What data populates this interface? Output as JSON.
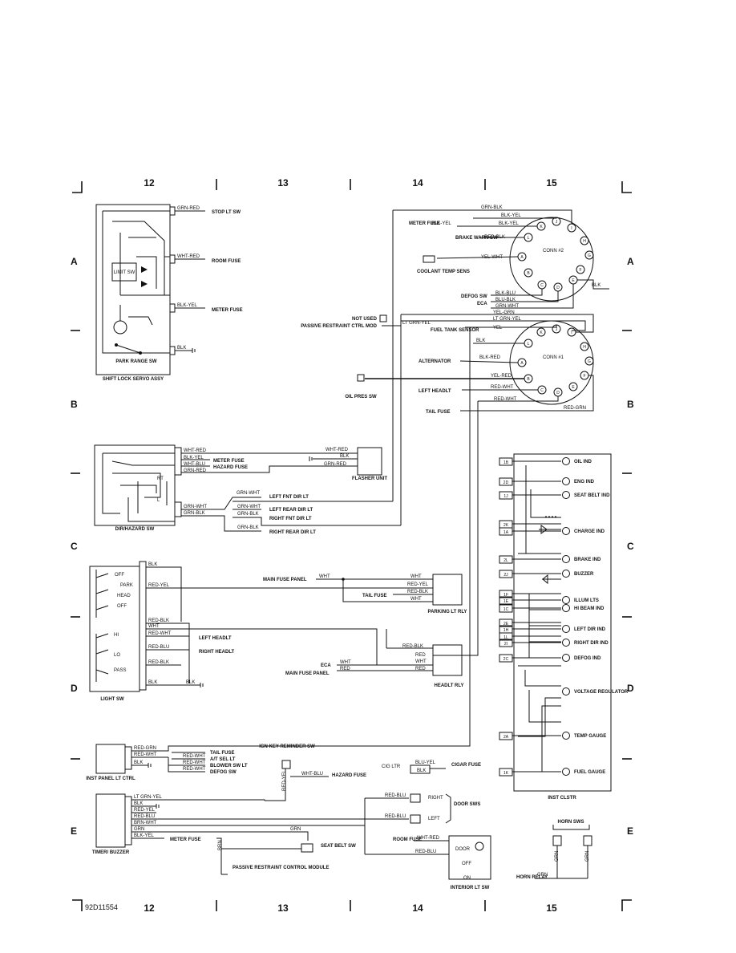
{
  "grid": {
    "columns": [
      "12",
      "13",
      "14",
      "15"
    ],
    "rows": [
      "A",
      "B",
      "C",
      "D",
      "E"
    ],
    "figure_id": "92D11554"
  },
  "shift_lock": {
    "title": "SHIFT LOCK SERVO ASSY",
    "limit_sw": "LIMIT SW",
    "park_range_sw": "PARK RANGE SW",
    "wires": [
      {
        "color": "GRN-RED",
        "dest": "STOP LT SW"
      },
      {
        "color": "WHT-RED",
        "dest": "ROOM FUSE"
      },
      {
        "color": "BLK-YEL",
        "dest": "METER FUSE"
      },
      {
        "color": "BLK",
        "dest": ""
      }
    ]
  },
  "conn2": {
    "title": "CONN #2",
    "pins": [
      "A",
      "B",
      "C",
      "D",
      "E",
      "F",
      "G",
      "H",
      "I",
      "J",
      "K",
      "L"
    ],
    "labels": {
      "top_wire": "GRN-BLK",
      "blk_yel_1": "BLK-YEL",
      "blk_yel_2": "BLK-YEL",
      "meter_fuse": "METER FUSE",
      "brake_warn": "BRAKE WARN SW",
      "red_blk": "RED-BLK",
      "coolant": "COOLANT TEMP SENS",
      "yel_wht": "YEL-WHT",
      "blk": "BLK",
      "defog_sw": "DEFOG SW",
      "blu_blk": "BLU-BLK",
      "blk_blu": "BLK-BLU",
      "eca": "ECA",
      "grn_wht": "GRN-WHT"
    }
  },
  "conn1": {
    "title": "CONN #1",
    "pins": [
      "A",
      "B",
      "C",
      "D",
      "E",
      "F",
      "G",
      "H",
      "I",
      "J",
      "K",
      "L"
    ],
    "labels": {
      "not_used": "NOT USED",
      "passive": "PASSIVE RESTRAINT CTRL MOD",
      "lt_grn_yel": "LT GRN-YEL",
      "lt_grn_yel_2": "LT GRN-YEL",
      "yel_grn": "YEL-GRN",
      "yel": "YEL",
      "fuel_tank": "FUEL TANK SENSOR",
      "blk": "BLK",
      "alternator": "ALTERNATOR",
      "blk_red": "BLK-RED",
      "yel_red": "YEL-RED",
      "oil_pres": "OIL PRES SW",
      "left_headlt": "LEFT HEADLT",
      "red_wht": "RED-WHT",
      "red_wht_2": "RED-WHT",
      "tail_fuse": "TAIL FUSE",
      "red_grn": "RED-GRN"
    }
  },
  "dir_hazard": {
    "title": "DIR/HAZARD SW",
    "flasher": "FLASHER UNIT",
    "rt": "RT",
    "l": "L",
    "labels": {
      "wht_red": "WHT-RED",
      "blk_yel": "BLK-YEL",
      "wht_blu": "WHT-BLU",
      "grn_red": "GRN-RED",
      "meter_fuse": "METER FUSE",
      "hazard_fuse": "HAZARD FUSE",
      "wht_red_r": "WHT-RED",
      "blk_r": "BLK",
      "grn_red_r": "GRN-RED",
      "grn_wht": "GRN-WHT",
      "grn_blk": "GRN-BLK",
      "grn_wht_2": "GRN-WHT",
      "grn_wht_3": "GRN-WHT",
      "grn_blk_2": "GRN-BLK",
      "grn_blk_3": "GRN-BLK",
      "left_fnt": "LEFT FNT DIR LT",
      "left_rear": "LEFT REAR DIR LT",
      "right_fnt": "RIGHT FNT DIR LT",
      "right_rear": "RIGHT REAR DIR LT"
    }
  },
  "light_sw": {
    "title": "LIGHT SW",
    "positions": [
      "OFF",
      "PARK",
      "HEAD",
      "OFF",
      "HI",
      "LO",
      "PASS"
    ],
    "labels": {
      "blk": "BLK",
      "red_yel": "RED-YEL",
      "red_blk": "RED-BLK",
      "wht": "WHT",
      "red_wht": "RED-WHT",
      "red_blu": "RED-BLU",
      "red_blk_2": "RED-BLK",
      "blk_2": "BLK",
      "blk_3": "BLK",
      "left_headlt": "LEFT HEADLT",
      "right_headlt": "RIGHT HEADLT",
      "main_fuse_panel": "MAIN FUSE PANEL",
      "wht_mf": "WHT"
    }
  },
  "parking_rly": {
    "title": "PARKING LT RLY",
    "labels": {
      "wht": "WHT",
      "red_yel": "RED-YEL",
      "red_blk": "RED-BLK",
      "wht_2": "WHT",
      "tail_fuse": "TAIL FUSE"
    }
  },
  "headlt_rly": {
    "title": "HEADLT RLY",
    "labels": {
      "red_blk": "RED-BLK",
      "red": "RED",
      "wht": "WHT",
      "red_2": "RED",
      "eca": "ECA",
      "wht_eca": "WHT",
      "main_fuse_panel": "MAIN FUSE PANEL",
      "red_mf": "RED"
    }
  },
  "inst_panel": {
    "title": "INST PANEL LT CTRL",
    "labels": {
      "red_grn": "RED-GRN",
      "red_wht": "RED-WHT",
      "blk": "BLK",
      "red_wht_a": "RED-WHT",
      "red_wht_b": "RED-WHT",
      "red_wht_c": "RED-WHT",
      "tail_fuse": "TAIL FUSE",
      "at_sel": "A/T SEL LT",
      "blower": "BLOWER SW LT",
      "defog": "DEFOG SW"
    }
  },
  "ign_key": {
    "title": "IGN KEY REMINDER SW",
    "red_yel": "RED-YEL",
    "wht_blu": "WHT-BLU",
    "hazard_fuse": "HAZARD FUSE"
  },
  "cig": {
    "title": "CIG LTR",
    "blu_yel": "BLU-YEL",
    "blk": "BLK",
    "cigar_fuse": "CIGAR FUSE"
  },
  "timer": {
    "title": "TIMER/ BUZZER",
    "wires": [
      "LT GRN-YEL",
      "BLK",
      "RED-YEL",
      "RED-BLU",
      "BRN-WHT",
      "GRN",
      "BLK-YEL"
    ],
    "meter_fuse": "METER FUSE",
    "brn": "BRN",
    "grn": "GRN",
    "seat_belt_sw": "SEAT BELT SW",
    "passive": "PASSIVE RESTRAINT CONTROL MODULE"
  },
  "door": {
    "title": "DOOR SWS",
    "right": "RIGHT",
    "left": "LEFT",
    "red_blu_1": "RED-BLU",
    "red_blu_2": "RED-BLU",
    "room_fuse": "ROOM FUSE",
    "wht_red": "WHT-RED",
    "red_blu_3": "RED-BLU",
    "interior_title": "INTERIOR LT SW",
    "door_pos": "DOOR",
    "off_pos": "OFF",
    "on_pos": "ON"
  },
  "horn": {
    "title": "HORN SWS",
    "grn_1": "GRN",
    "grn_2": "GRN",
    "grn_3": "GRN",
    "relay": "HORN RELAY"
  },
  "cluster": {
    "title": "INST CLSTR",
    "rows": [
      {
        "pin": "1B",
        "label": "OIL IND"
      },
      {
        "pin": "2D",
        "label": "ENG IND"
      },
      {
        "pin": "1J",
        "label": "SEAT BELT IND"
      },
      {
        "pin": "2K",
        "label": ""
      },
      {
        "pin": "1A",
        "label": "CHARGE IND"
      },
      {
        "pin": "2L",
        "label": "BRAKE IND"
      },
      {
        "pin": "2J",
        "label": "BUZZER"
      },
      {
        "pin": "1F",
        "label": ""
      },
      {
        "pin": "1E",
        "label": "ILLUM LTS"
      },
      {
        "pin": "1C",
        "label": "HI BEAM IND"
      },
      {
        "pin": "2E",
        "label": ""
      },
      {
        "pin": "1H",
        "label": "LEFT DIR IND"
      },
      {
        "pin": "1L",
        "label": ""
      },
      {
        "pin": "2I",
        "label": "RIGHT DIR IND"
      },
      {
        "pin": "2C",
        "label": "DEFOG IND"
      },
      {
        "pin": "",
        "label": "VOLTAGE REGULATOR"
      },
      {
        "pin": "2A",
        "label": "TEMP GAUGE"
      },
      {
        "pin": "1K",
        "label": "FUEL GAUGE"
      }
    ]
  }
}
